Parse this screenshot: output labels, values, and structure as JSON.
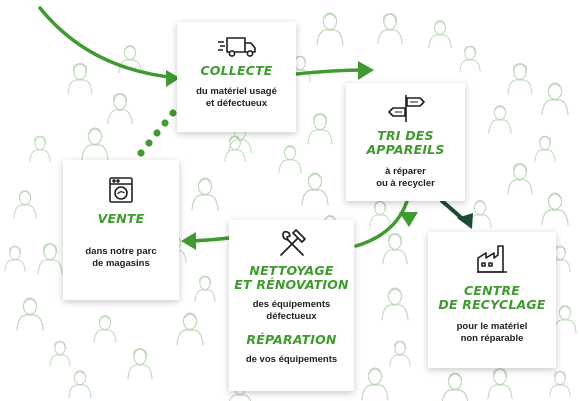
{
  "steps": {
    "collecte": {
      "title": "COLLECTE",
      "desc_line1": "du matériel usagé",
      "desc_line2": "et défectueux",
      "icon": "truck-icon"
    },
    "tri": {
      "title_line1": "TRI DES",
      "title_line2": "APPAREILS",
      "desc_line1": "à réparer",
      "desc_line2": "ou à recycler",
      "icon": "signpost-icon"
    },
    "vente": {
      "title": "VENTE",
      "desc_line1": "dans notre parc",
      "desc_line2": "de magasins",
      "icon": "washing-machine-icon"
    },
    "nettoyage": {
      "title_line1": "NETTOYAGE",
      "title_line2": "ET RÉNOVATION",
      "desc_line1": "des équipements",
      "desc_line2": "défectueux",
      "title2": "RÉPARATION",
      "desc2": "de vos équipements",
      "icon": "tools-icon"
    },
    "centre": {
      "title_line1": "CENTRE",
      "title_line2": "DE RECYCLAGE",
      "desc_line1": "pour le matériel",
      "desc_line2": "non réparable",
      "icon": "factory-icon"
    }
  },
  "colors": {
    "green": "#3f9b2f",
    "dark_green": "#1d4a33",
    "text": "#1f1f1f",
    "people_outline": "#9fc59a"
  }
}
